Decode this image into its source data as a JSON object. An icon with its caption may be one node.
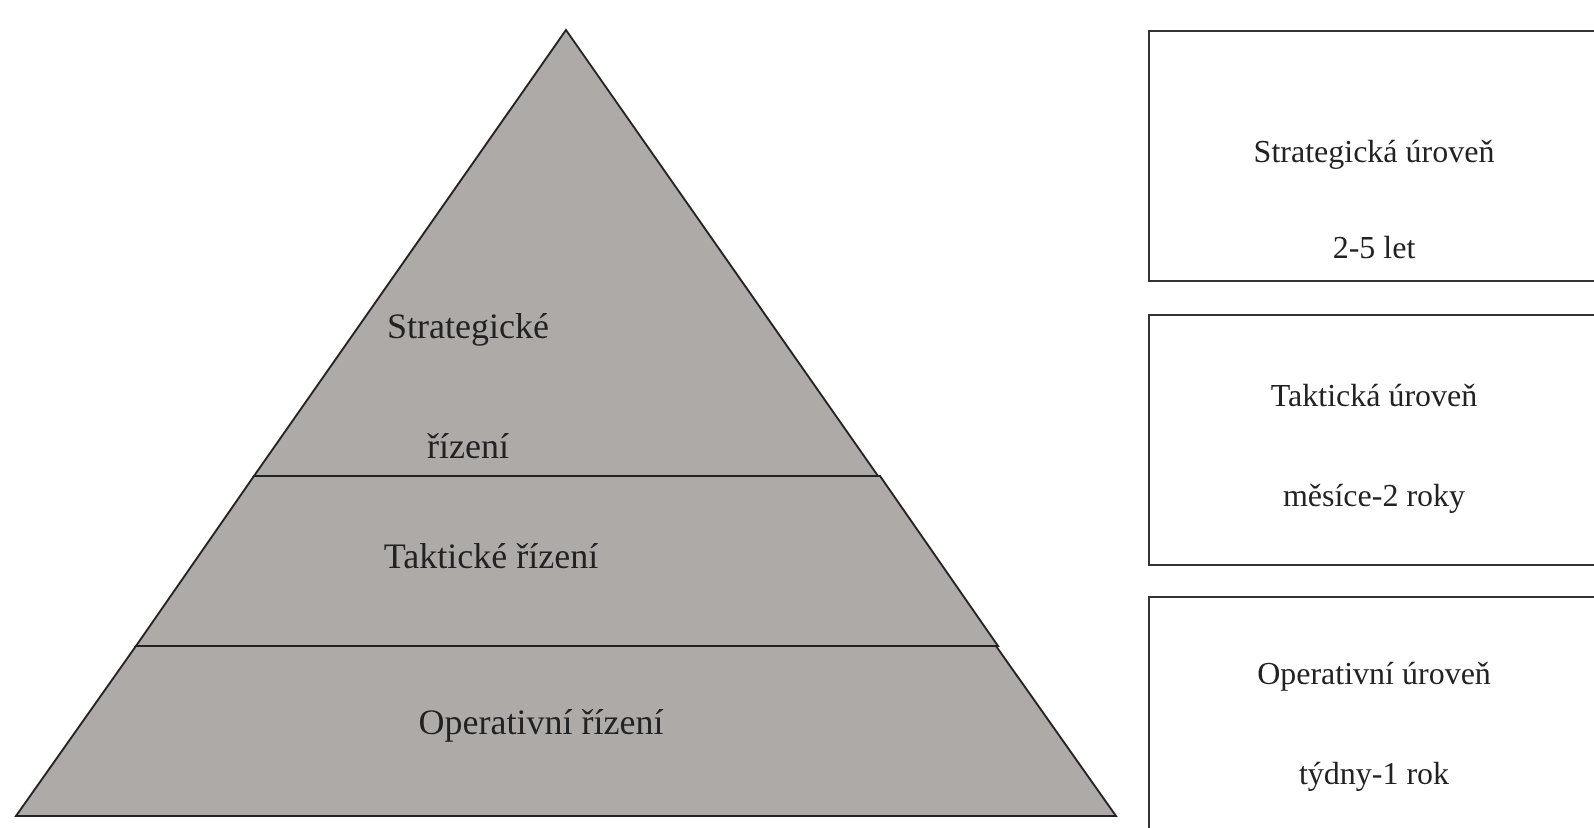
{
  "diagram": {
    "nodes": [
      {
        "text": [
          "Strategické řízení"
        ]
      },
      {
        "text": [
          "Taktické řízení"
        ]
      },
      {
        "text": [
          "Operativní řízení"
        ]
      },
      {
        "text": [
          "Strategická úroveň",
          "2-5 let"
        ]
      },
      {
        "text": [
          "Taktická úroveň",
          "měsíce-2 roky"
        ]
      },
      {
        "text": [
          "Operativní úroveň",
          "týdny-1 rok"
        ]
      }
    ],
    "edges": []
  }
}
